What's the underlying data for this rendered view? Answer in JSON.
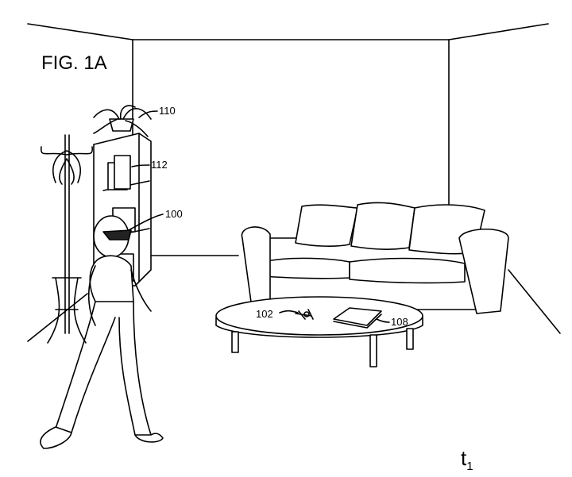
{
  "figure": {
    "title": "FIG. 1A",
    "time_label": "t",
    "time_subscript": "1"
  },
  "labels": {
    "plant": "110",
    "bookshelf": "112",
    "user_device": "100",
    "keys": "102",
    "book": "108"
  }
}
